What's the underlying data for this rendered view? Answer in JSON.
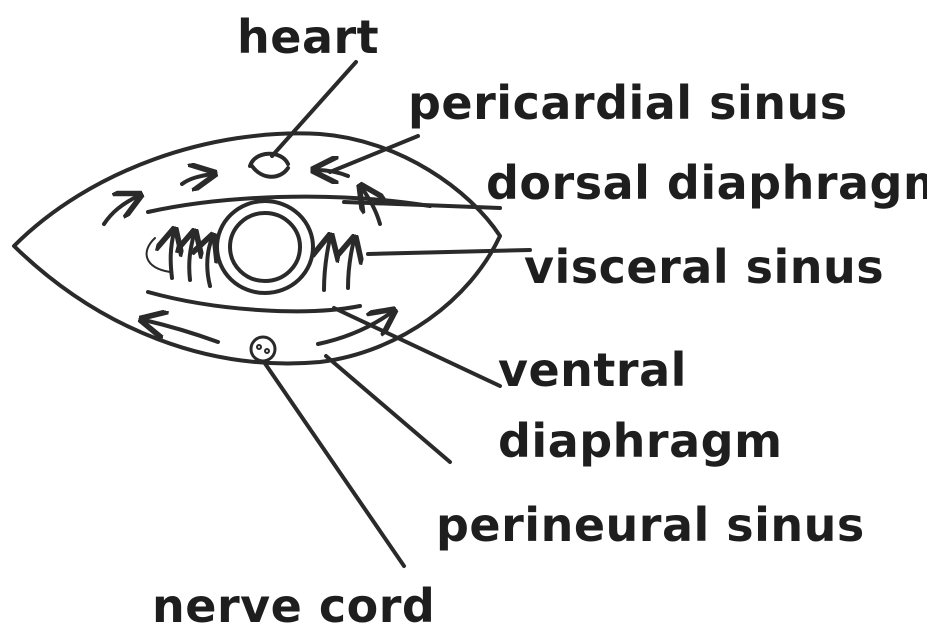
{
  "labels": {
    "heart": "heart",
    "pericardial_sinus": "pericardial sinus",
    "dorsal_diaphragm": "dorsal diaphragm",
    "visceral_sinus": "visceral sinus",
    "ventral_diaphragm_line1": "ventral",
    "ventral_diaphragm_line2": "diaphragm",
    "perineural_sinus": "perineural sinus",
    "nerve_cord": "nerve cord"
  },
  "colors": {
    "ink": "#2a2a2a",
    "text": "#1e1e1e",
    "background": "#ffffff"
  }
}
